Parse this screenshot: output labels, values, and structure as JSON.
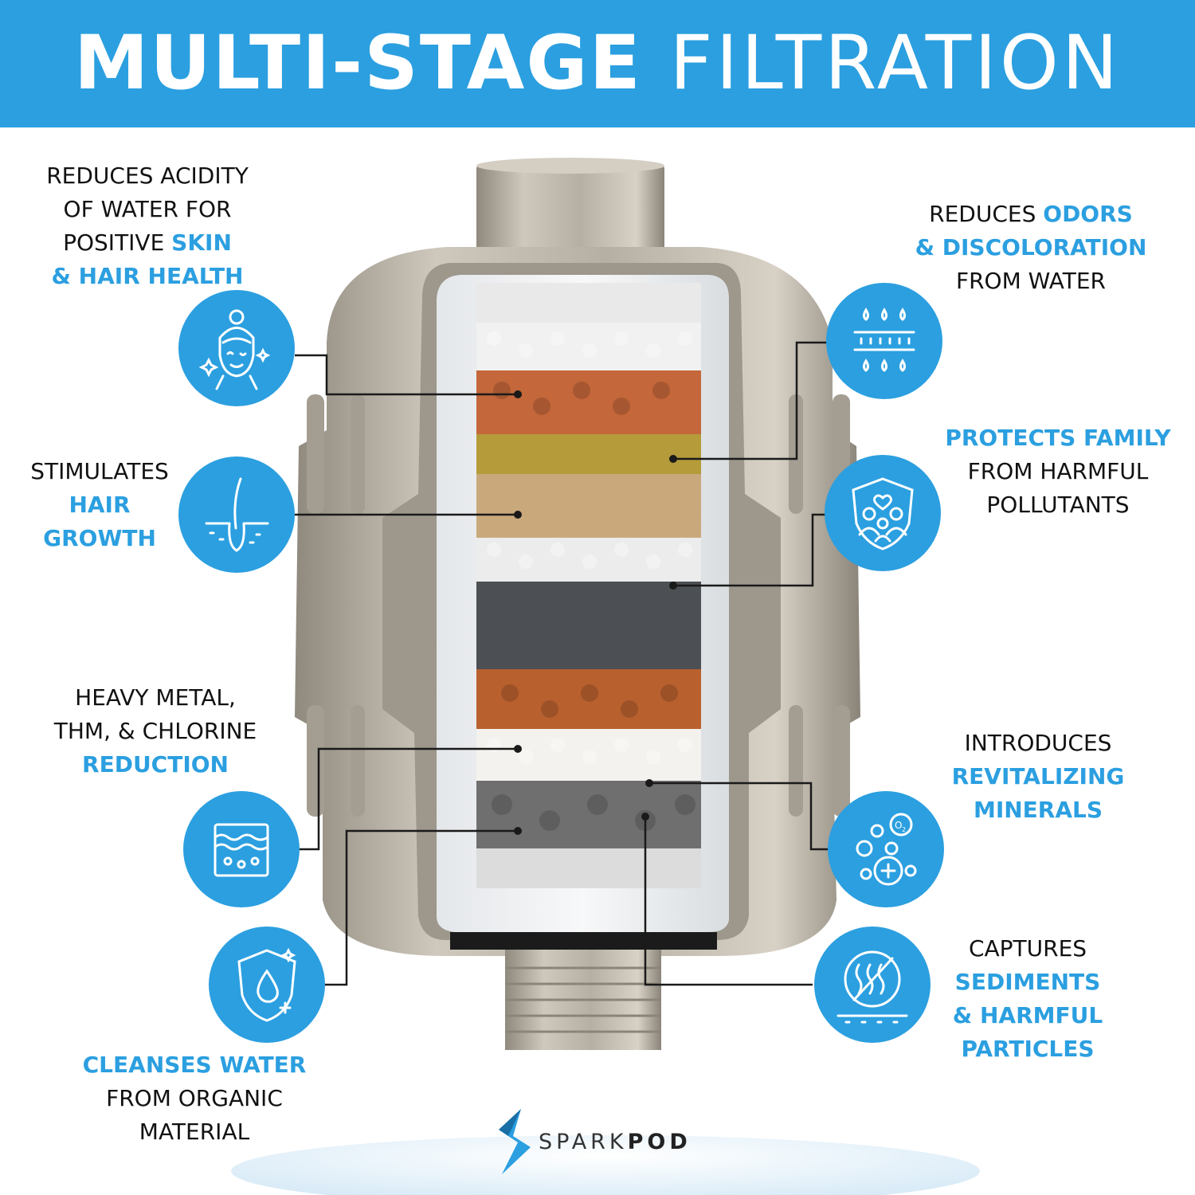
{
  "title": {
    "bold": "MULTI-STAGE",
    "light": "FILTRATION"
  },
  "features": {
    "acidity": {
      "lines": [
        "REDUCES ACIDITY",
        "OF WATER FOR",
        "POSITIVE ",
        "SKIN",
        "& HAIR HEALTH"
      ],
      "icon": "woman-face-icon"
    },
    "hair": {
      "line1": "STIMULATES",
      "line2": "HAIR",
      "line3": "GROWTH",
      "icon": "hair-follicle-icon"
    },
    "metals": {
      "line1": "HEAVY METAL,",
      "line2": "THM, & CHLORINE",
      "line3": "REDUCTION",
      "icon": "filter-layers-icon"
    },
    "organic": {
      "line1": "CLEANSES WATER",
      "line2": "FROM ORGANIC",
      "line3": "MATERIAL",
      "icon": "shield-drop-icon"
    },
    "odors": {
      "line1a": "REDUCES ",
      "line1b": "ODORS",
      "line2": "& DISCOLORATION",
      "line3": "FROM WATER",
      "icon": "water-drops-filter-icon"
    },
    "family": {
      "line1": "PROTECTS FAMILY",
      "line2": "FROM  HARMFUL",
      "line3": "POLLUTANTS",
      "icon": "family-shield-icon"
    },
    "minerals": {
      "line1": "INTRODUCES",
      "line2": "REVITALIZING",
      "line3": "MINERALS",
      "icon": "bubbles-oxygen-icon"
    },
    "sediments": {
      "line1": "CAPTURES",
      "line2": "SEDIMENTS",
      "line3": "& HARMFUL",
      "line4": "PARTICLES",
      "icon": "sediment-filter-icon"
    }
  },
  "brand": {
    "part1": "SPARK",
    "part2": "POD",
    "icon": "sparkpod-logo-icon"
  },
  "colors": {
    "accent": "#2b9fe0",
    "text": "#111111",
    "housing": "#b8b2a6"
  }
}
